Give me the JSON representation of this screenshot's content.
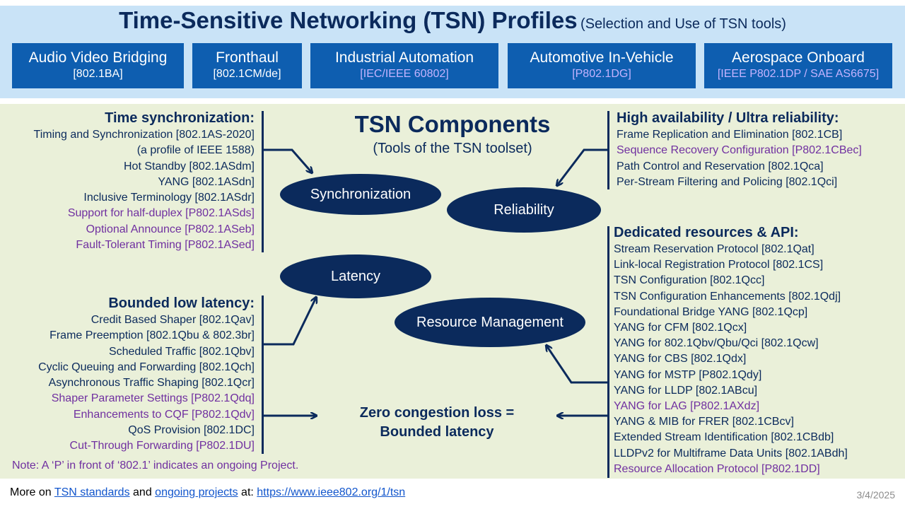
{
  "title": {
    "main": "Time-Sensitive Networking (TSN) Profiles",
    "sub": "(Selection and Use of TSN tools)"
  },
  "profiles": [
    {
      "name": "Audio Video Bridging",
      "std": "[802.1BA]",
      "ongoing": false
    },
    {
      "name": "Fronthaul",
      "std": "[802.1CM/de]",
      "ongoing": false
    },
    {
      "name": "Industrial Automation",
      "std": "[IEC/IEEE 60802]",
      "ongoing": true
    },
    {
      "name": "Automotive In-Vehicle",
      "std": "[P802.1DG]",
      "ongoing": true
    },
    {
      "name": "Aerospace Onboard",
      "std": "[IEEE P802.1DP / SAE AS6675]",
      "ongoing": true
    }
  ],
  "components": {
    "title": "TSN Components",
    "subtitle": "(Tools of the TSN toolset)"
  },
  "ellipses": {
    "sync": "Synchronization",
    "reliability": "Reliability",
    "latency": "Latency",
    "resource": "Resource Management"
  },
  "time_sync": {
    "heading": "Time synchronization:",
    "items": [
      {
        "text": "Timing and Synchronization [802.1AS-2020]",
        "ongoing": false
      },
      {
        "text": "(a profile of IEEE 1588)",
        "ongoing": false
      },
      {
        "text": "Hot Standby [802.1ASdm]",
        "ongoing": false
      },
      {
        "text": "YANG [802.1ASdn]",
        "ongoing": false
      },
      {
        "text": "Inclusive Terminology [802.1ASdr]",
        "ongoing": false
      },
      {
        "text": "Support for half-duplex [P802.1ASds]",
        "ongoing": true
      },
      {
        "text": "Optional Announce [P802.1ASeb]",
        "ongoing": true
      },
      {
        "text": "Fault-Tolerant Timing [P802.1ASed]",
        "ongoing": true
      }
    ]
  },
  "latency": {
    "heading": "Bounded low latency:",
    "items": [
      {
        "text": "Credit Based Shaper [802.1Qav]",
        "ongoing": false
      },
      {
        "text": "Frame Preemption [802.1Qbu & 802.3br]",
        "ongoing": false
      },
      {
        "text": "Scheduled Traffic [802.1Qbv]",
        "ongoing": false
      },
      {
        "text": "Cyclic Queuing and Forwarding [802.1Qch]",
        "ongoing": false
      },
      {
        "text": "Asynchronous Traffic Shaping [802.1Qcr]",
        "ongoing": false
      },
      {
        "text": "Shaper Parameter Settings [P802.1Qdq]",
        "ongoing": true
      },
      {
        "text": "Enhancements to CQF [P802.1Qdv]",
        "ongoing": true
      },
      {
        "text": "QoS Provision [802.1DC]",
        "ongoing": false
      },
      {
        "text": "Cut-Through Forwarding [P802.1DU]",
        "ongoing": true
      }
    ]
  },
  "reliability": {
    "heading": "High availability / Ultra reliability:",
    "items": [
      {
        "text": "Frame Replication and Elimination [802.1CB]",
        "ongoing": false
      },
      {
        "text": "Sequence Recovery Configuration [P802.1CBec]",
        "ongoing": true
      },
      {
        "text": "Path Control and Reservation [802.1Qca]",
        "ongoing": false
      },
      {
        "text": "Per-Stream Filtering and Policing [802.1Qci]",
        "ongoing": false
      }
    ]
  },
  "resources": {
    "heading": "Dedicated resources & API:",
    "items": [
      {
        "text": "Stream Reservation Protocol [802.1Qat]",
        "ongoing": false
      },
      {
        "text": "Link-local Registration Protocol [802.1CS]",
        "ongoing": false
      },
      {
        "text": "TSN Configuration [802.1Qcc]",
        "ongoing": false
      },
      {
        "text": "TSN Configuration Enhancements [802.1Qdj]",
        "ongoing": false
      },
      {
        "text": "Foundational Bridge YANG [802.1Qcp]",
        "ongoing": false
      },
      {
        "text": "YANG for CFM [802.1Qcx]",
        "ongoing": false
      },
      {
        "text": "YANG for 802.1Qbv/Qbu/Qci [802.1Qcw]",
        "ongoing": false
      },
      {
        "text": "YANG for CBS [802.1Qdx]",
        "ongoing": false
      },
      {
        "text": "YANG for MSTP [P802.1Qdy]",
        "ongoing": false
      },
      {
        "text": "YANG for LLDP [802.1ABcu]",
        "ongoing": false
      },
      {
        "text": "YANG for LAG [P802.1AXdz]",
        "ongoing": true
      },
      {
        "text": "YANG & MIB for FRER [802.1CBcv]",
        "ongoing": false
      },
      {
        "text": "Extended Stream Identification [802.1CBdb]",
        "ongoing": false
      },
      {
        "text": "LLDPv2 for Multiframe Data Units [802.1ABdh]",
        "ongoing": false
      },
      {
        "text": "Resource Allocation Protocol [P802.1DD]",
        "ongoing": true
      }
    ]
  },
  "zero": {
    "line1": "Zero congestion loss =",
    "line2": "Bounded latency"
  },
  "note": "Note: A ‘P’ in front of ‘802.1’ indicates an ongoing Project.",
  "footer": {
    "prefix": "More on ",
    "link1": "TSN standards",
    "and": " and ",
    "link2": "ongoing projects",
    "at": " at: ",
    "url": "https://www.ieee802.org/1/tsn"
  },
  "date": "3/4/2025",
  "colors": {
    "navy": "#0b2a5c",
    "profile_blue": "#0e5eb0",
    "ongoing_purple": "#7030a0",
    "top_band": "#c9e3f7",
    "main_band": "#eaf0d9"
  }
}
